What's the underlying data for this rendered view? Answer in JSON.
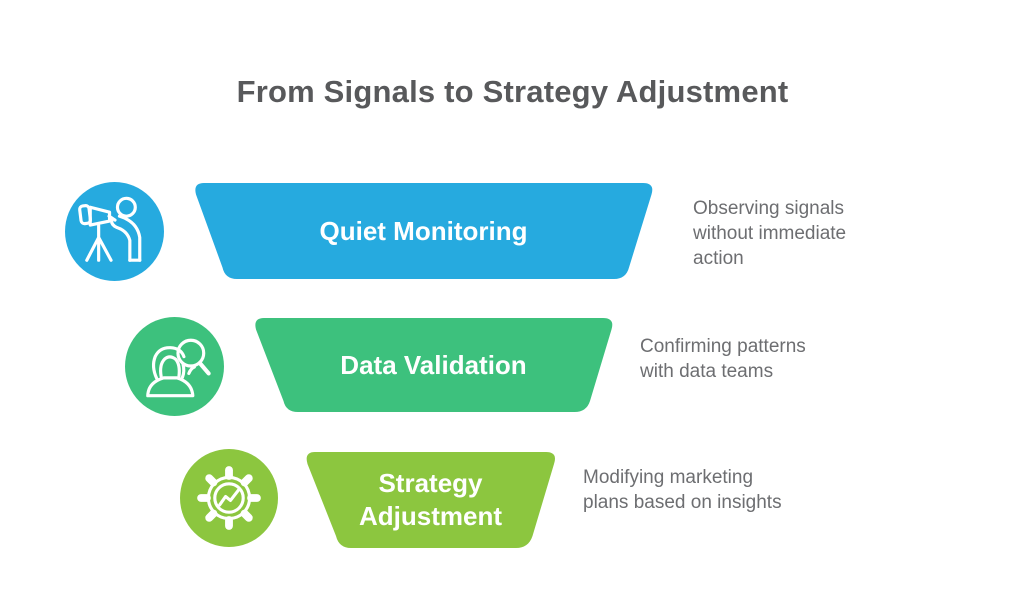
{
  "title": "From Signals to Strategy Adjustment",
  "colors": {
    "stage1_blue": "#26AADF",
    "stage2_green": "#3DC17D",
    "stage3_lime": "#8CC63F",
    "title_text": "#58595B",
    "body_text": "#6D6E71",
    "band_label_text": "#FFFFFF"
  },
  "stages": [
    {
      "label": "Quiet Monitoring",
      "color": "#26AADF",
      "icon": "telescope-observer-icon",
      "description_lines": [
        "Observing signals",
        "without immediate",
        "action"
      ]
    },
    {
      "label": "Data Validation",
      "color": "#3DC17D",
      "icon": "analyst-magnifier-icon",
      "description_lines": [
        "Confirming patterns",
        "with data teams"
      ]
    },
    {
      "label": "Strategy Adjustment",
      "color": "#8CC63F",
      "icon": "gear-chart-icon",
      "description_lines": [
        "Modifying marketing",
        "plans based on insights"
      ]
    }
  ]
}
